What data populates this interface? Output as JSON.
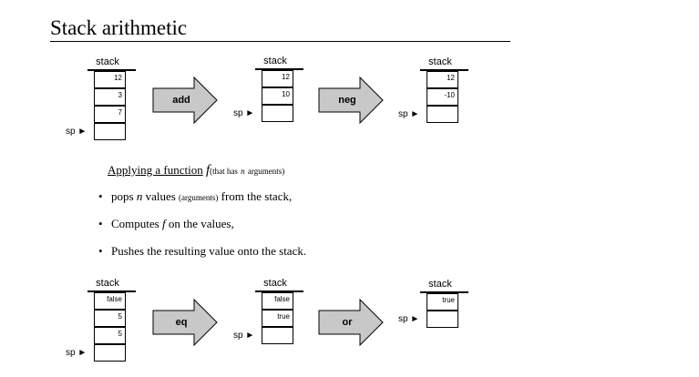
{
  "title": "Stack arithmetic",
  "diagram_top": {
    "stack_label": "stack",
    "sp_label": "sp ►",
    "stacks": [
      {
        "cells": [
          "12",
          "3",
          "7"
        ]
      },
      {
        "cells": [
          "12",
          "10"
        ]
      },
      {
        "cells": [
          "12",
          "-10"
        ]
      }
    ],
    "operations": [
      "add",
      "neg"
    ]
  },
  "explanation": {
    "heading_prefix": "Applying a function",
    "heading_f": "f",
    "heading_note_open": "(that has",
    "heading_note_n": "n",
    "heading_note_close": "arguments)",
    "bullet_dot": "•",
    "bullet1_pre": "pops",
    "bullet1_n": "n",
    "bullet1_values": "values",
    "bullet1_note": "(arguments)",
    "bullet1_post": "from the stack,",
    "bullet2_pre": "Computes",
    "bullet2_f": "f",
    "bullet2_post": "on the values,",
    "bullet3": "Pushes the resulting value onto the stack."
  },
  "diagram_bottom": {
    "stack_label": "stack",
    "sp_label": "sp ►",
    "stacks": [
      {
        "cells": [
          "false",
          "5",
          "5"
        ]
      },
      {
        "cells": [
          "false",
          "true"
        ]
      },
      {
        "cells": [
          "true"
        ]
      }
    ],
    "operations": [
      "eq",
      "or"
    ]
  },
  "colors": {
    "arrow_fill": "#c8c8c8",
    "arrow_stroke": "#000000"
  }
}
